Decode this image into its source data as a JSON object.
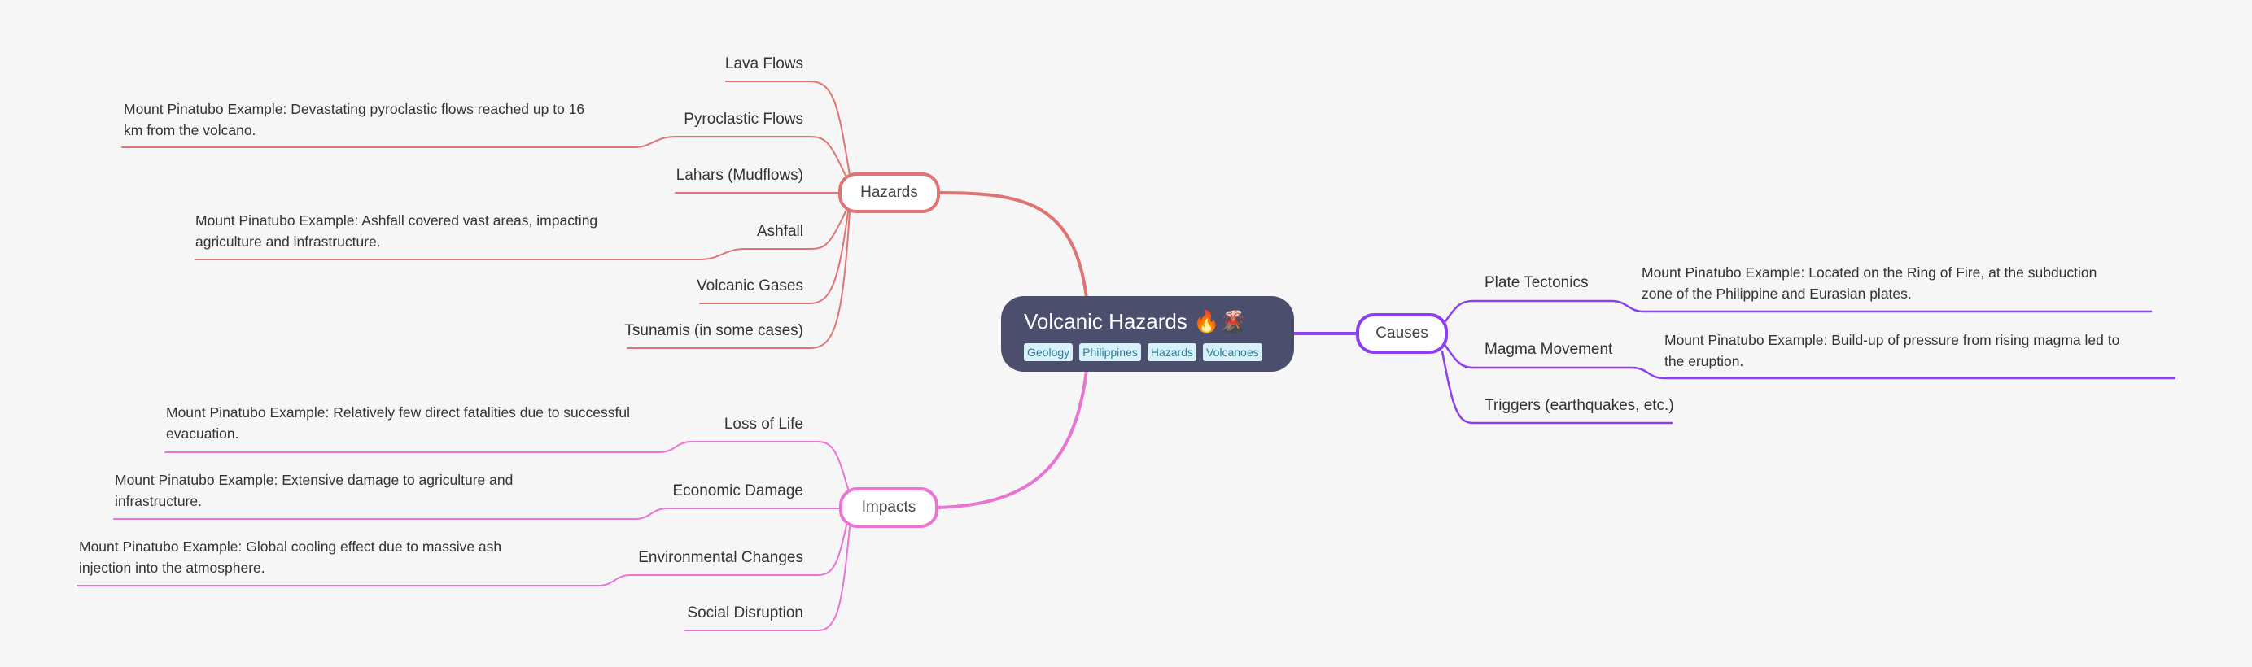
{
  "root": {
    "title": "Volcanic Hazards 🔥🌋",
    "tags": [
      "Geology",
      "Philippines",
      "Hazards",
      "Volcanoes"
    ]
  },
  "colors": {
    "hazards": "#e07474",
    "causes": "#8b3ff0",
    "impacts": "#ea74d2",
    "root": "#4b4e6d",
    "tag_bg": "#d6f1f9"
  },
  "hazards": {
    "label": "Hazards",
    "children": [
      {
        "label": "Lava Flows"
      },
      {
        "label": "Pyroclastic Flows",
        "note": [
          "Mount Pinatubo Example: Devastating pyroclastic flows reached up to 16",
          "km from the volcano."
        ]
      },
      {
        "label": "Lahars (Mudflows)"
      },
      {
        "label": "Ashfall",
        "note": [
          "Mount Pinatubo Example:  Ashfall covered vast areas, impacting",
          "agriculture and infrastructure."
        ]
      },
      {
        "label": "Volcanic Gases"
      },
      {
        "label": "Tsunamis (in some cases)"
      }
    ]
  },
  "causes": {
    "label": "Causes",
    "children": [
      {
        "label": "Plate Tectonics",
        "note": [
          "Mount Pinatubo Example: Located on the Ring of Fire, at the subduction",
          "zone of the Philippine and Eurasian plates."
        ]
      },
      {
        "label": "Magma Movement",
        "note": [
          "Mount Pinatubo Example:  Build-up of pressure from rising magma led to",
          "the eruption."
        ]
      },
      {
        "label": "Triggers (earthquakes, etc.)"
      }
    ]
  },
  "impacts": {
    "label": "Impacts",
    "children": [
      {
        "label": "Loss of Life",
        "note": [
          "Mount Pinatubo Example: Relatively few direct fatalities due to successful",
          "evacuation."
        ]
      },
      {
        "label": "Economic Damage",
        "note": [
          "Mount Pinatubo Example: Extensive damage to agriculture and",
          "infrastructure."
        ]
      },
      {
        "label": "Environmental Changes",
        "note": [
          "Mount Pinatubo Example: Global cooling effect due to massive ash",
          "injection into the atmosphere."
        ]
      },
      {
        "label": "Social Disruption"
      }
    ]
  }
}
